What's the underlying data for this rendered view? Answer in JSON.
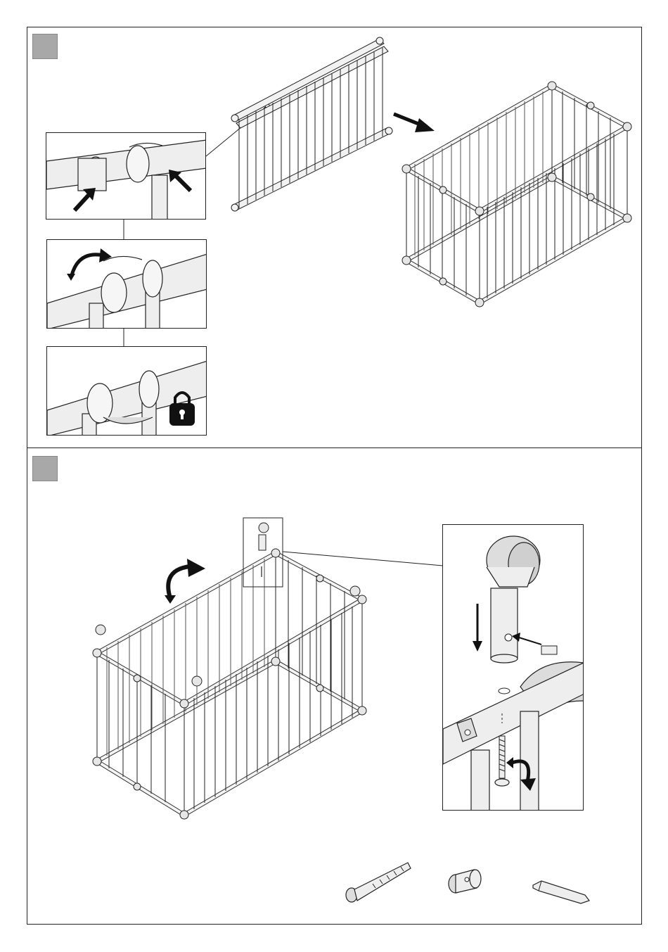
{
  "document": {
    "type": "assembly-instructions",
    "steps": [
      {
        "id": "step-1",
        "number_label": ""
      },
      {
        "id": "step-2",
        "number_label": ""
      }
    ],
    "icons": {
      "lock": "padlock-locked-icon",
      "rotate": "rotate-arrow-icon",
      "push": "push-arrow-icon"
    },
    "colors": {
      "line": "#222222",
      "step_box": "#a8a8a8",
      "tube_fill": "#eeeeee",
      "panel_bg": "#ffffff"
    },
    "hardware_parts": [
      "bolt",
      "barrel-nut",
      "hex-key"
    ]
  }
}
